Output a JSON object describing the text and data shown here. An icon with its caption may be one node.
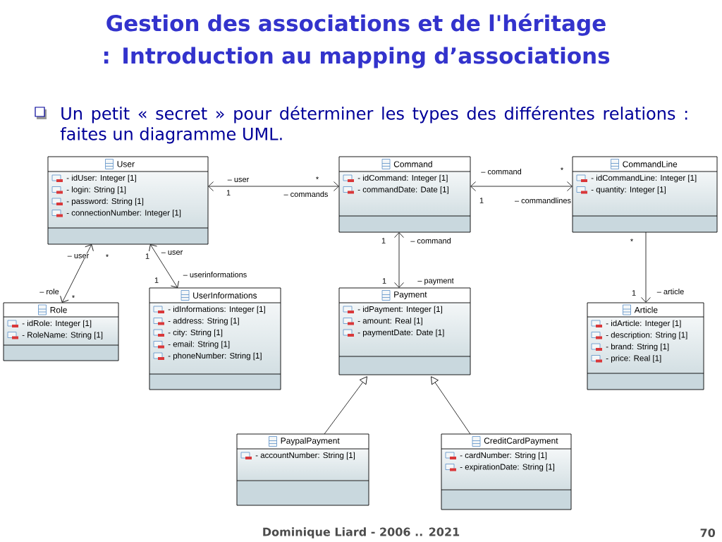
{
  "diagram": {
    "title": "Gestion des associations et de l'héritage : Introduction au mapping d’associations",
    "nodes": [
      {
        "text": [
          "User",
          "- idUser: Integer [1]",
          "- login: String [1]",
          "- password: String [1]",
          "- connectionNumber: Integer [1]"
        ]
      },
      {
        "text": [
          "Command",
          "- idCommand: Integer [1]",
          "- commandDate: Date [1]"
        ]
      },
      {
        "text": [
          "CommandLine",
          "- idCommandLine: Integer [1]",
          "- quantity: Integer [1]"
        ]
      },
      {
        "text": [
          "Role",
          "- idRole: Integer [1]",
          "- RoleName: String [1]"
        ]
      },
      {
        "text": [
          "UserInformations",
          "- idInformations: Integer [1]",
          "- address: String [1]",
          "- city: String [1]",
          "- email: String [1]",
          "- phoneNumber: String [1]"
        ]
      },
      {
        "text": [
          "Payment",
          "- idPayment: Integer [1]",
          "- amount: Real [1]",
          "- paymentDate: Date [1]"
        ]
      },
      {
        "text": [
          "Article",
          "- idArticle: Integer [1]",
          "- description: String [1]",
          "- brand: String [1]",
          "- price: Real [1]"
        ]
      },
      {
        "text": [
          "PaypalPayment",
          "- accountNumber: String [1]"
        ]
      },
      {
        "text": [
          "CreditCardPayment",
          "- cardNumber: String [1]",
          "- expirationDate: String [1]"
        ]
      }
    ],
    "edges": [
      {
        "from": 1,
        "to": 0,
        "arrow": "both"
      },
      {
        "from": 1,
        "to": 2,
        "arrow": "both"
      },
      {
        "from": 0,
        "to": 3,
        "arrow": "both"
      },
      {
        "from": 0,
        "to": 4,
        "arrow": "both"
      },
      {
        "from": 1,
        "to": 5,
        "arrow": "both"
      },
      {
        "from": 2,
        "to": 6,
        "arrow": "to"
      },
      {
        "from": 7,
        "to": 5,
        "arrow": "to"
      },
      {
        "from": 8,
        "to": 5,
        "arrow": "to"
      }
    ],
    "labels": [
      "Un petit « secret » pour déterminer les types des différentes relations : faites un diagramme UML.",
      "– command",
      "*",
      "– user",
      "*",
      "1",
      "– commands",
      "1",
      "– commandlines",
      "1",
      "– command",
      "*",
      "– user",
      "*",
      "1",
      "– user",
      "– userinformations",
      "1",
      "1",
      "– payment",
      "– role",
      "*",
      "1",
      "– article",
      "Dominique Liard - 2006 .. 2021",
      "70"
    ]
  }
}
